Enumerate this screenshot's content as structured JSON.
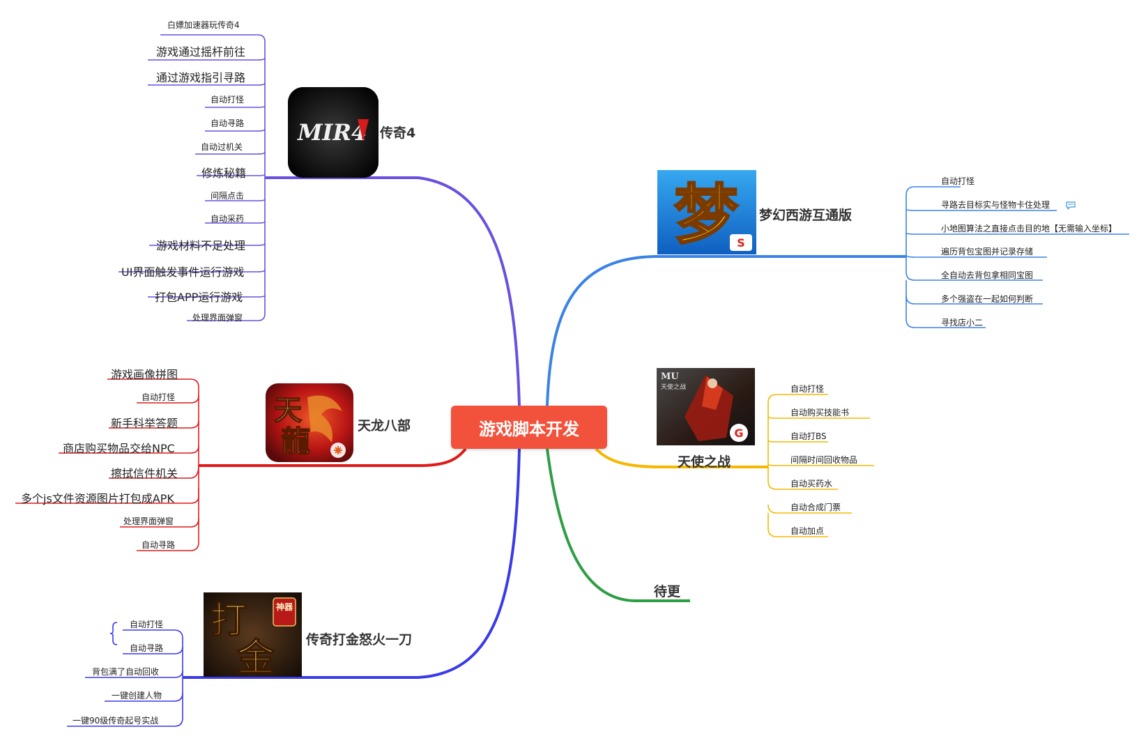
{
  "root": {
    "label": "游戏脚本开发"
  },
  "colors": {
    "root": "#f2513b",
    "mir4": "#6a4fe0",
    "menghuan": "#3b82e6",
    "tianshi": "#f5b800",
    "daigeng": "#2e9e44",
    "tianlong": "#e01919",
    "dajin": "#3a3ae8"
  },
  "mir4": {
    "title": "传奇4",
    "icon": "mir4-logo-icon",
    "icon_text": "MIR4",
    "items": [
      "白嫖加速器玩传奇4",
      "游戏通过摇杆前往",
      "通过游戏指引寻路",
      "自动打怪",
      "自动寻路",
      "自动过机关",
      "修炼秘籍",
      "间隔点击",
      "自动采药",
      "游戏材料不足处理",
      "UI界面触发事件运行游戏",
      "打包APP运行游戏",
      "处理界面弹窗"
    ]
  },
  "menghuan": {
    "title": "梦幻西游互通版",
    "icon": "menghuan-logo-icon",
    "icon_text": "梦",
    "items": [
      "自动打怪",
      "寻路去目标实与怪物卡住处理",
      "小地图算法之直接点击目的地【无需输入坐标】",
      "遍历背包宝图并记录存储",
      "全自动去背包拿相同宝图",
      "多个强盗在一起如何判断",
      "寻找店小二"
    ]
  },
  "tianshi": {
    "title": "天使之战",
    "icon": "tianshi-logo-icon",
    "icon_text": "天使之战",
    "icon_brand": "MU",
    "items": [
      "自动打怪",
      "自动购买技能书",
      "自动打BS",
      "间隔时间回收物品",
      "自动买药水",
      "自动合成门票",
      "自动加点"
    ]
  },
  "daigeng": {
    "title": "待更"
  },
  "tianlong": {
    "title": "天龙八部",
    "icon": "tianlong-logo-icon",
    "icon_text_1": "天",
    "icon_text_2": "龍",
    "items": [
      "游戏画像拼图",
      "自动打怪",
      "新手科举答题",
      "商店购买物品交给NPC",
      "擦拭信件机关",
      "多个js文件资源图片打包成APK",
      "处理界面弹窗",
      "自动寻路"
    ]
  },
  "dajin": {
    "title": "传奇打金怒火一刀",
    "icon": "dajin-logo-icon",
    "icon_text_1": "打",
    "icon_text_2": "金",
    "icon_seal": "神器",
    "items": [
      "自动打怪",
      "自动寻路",
      "背包满了自动回收",
      "一键创建人物",
      "一键90级传奇起号实战"
    ]
  }
}
